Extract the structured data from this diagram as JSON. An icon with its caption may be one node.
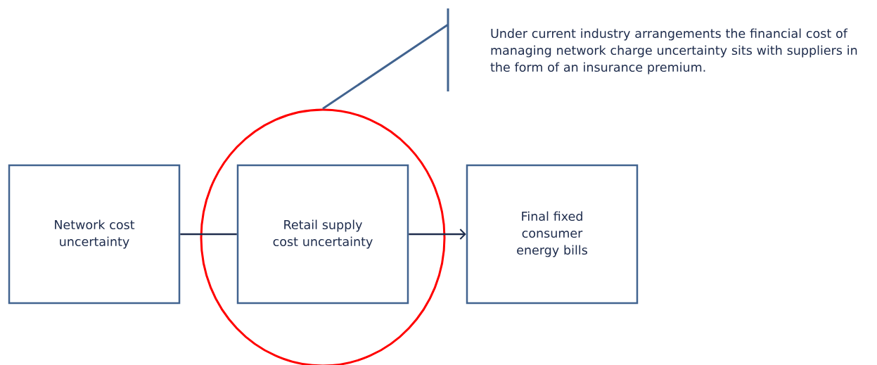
{
  "diagram": {
    "nodes": [
      {
        "text": [
          "Under current industry arrangements the financial cost of managing network charge uncertainty sits with suppliers in the form of an insurance premium."
        ]
      },
      {
        "text": [
          "Network cost uncertainty"
        ]
      },
      {
        "text": [],
        "shape": "circle"
      },
      {
        "text": [
          "Retail supply cost uncertainty"
        ],
        "in": 2
      },
      {
        "text": [
          "Final fixed consumer energy bills"
        ]
      }
    ],
    "edges": [
      {
        "from": 1,
        "to": 3,
        "arrow": "none"
      },
      {
        "from": 3,
        "to": 4,
        "arrow": "to"
      },
      {
        "from": 0,
        "to": 2,
        "arrow": "none"
      }
    ]
  }
}
